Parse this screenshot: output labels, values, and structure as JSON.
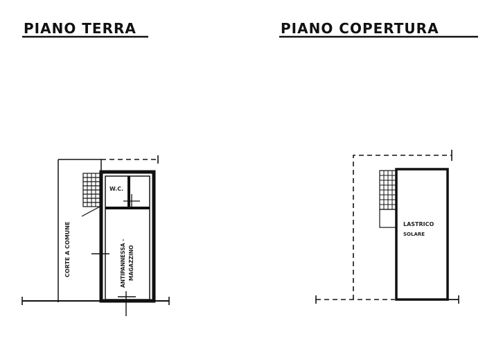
{
  "titles": {
    "left": "PIANO TERRA",
    "right": "PIANO COPERTURA"
  },
  "ground_floor": {
    "wc_label": "W.C.",
    "courtyard_label": "CORTE A COMUNE",
    "room_label_line1": "ANTIPANNESSA -",
    "room_label_line2": "MAGAZZINO"
  },
  "roof_floor": {
    "terrace_label_line1": "LASTRICO",
    "terrace_label_line2": "SOLARE"
  }
}
